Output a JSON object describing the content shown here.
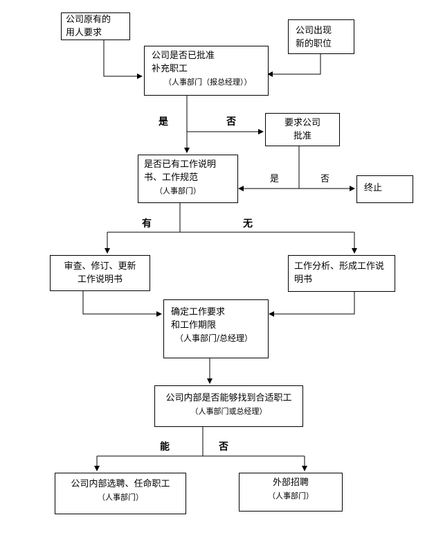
{
  "nodes": {
    "original_req": {
      "l1": "公司原有的",
      "l2": "用人要求"
    },
    "new_position": {
      "l1": "公司出现",
      "l2": "新的职位"
    },
    "approved": {
      "l1": "公司是否已批准",
      "l2": "补充职工",
      "sub": "（人事部门（报总经理））"
    },
    "request_approval": {
      "l1": "要求公司",
      "l2": "批准"
    },
    "has_description": {
      "l1": "是否已有工作说明",
      "l2": "书、工作规范",
      "sub": "（人事部门）"
    },
    "terminate": {
      "l1": "终止"
    },
    "review": {
      "l1": "审查、修订、更新",
      "l2": "工作说明书"
    },
    "analysis": {
      "l1": "工作分析、形成工作说",
      "l2": "明书"
    },
    "requirements": {
      "l1": "确定工作要求",
      "l2": "和工作期限",
      "sub": "（人事部门/总经理）"
    },
    "internal_find": {
      "l1": "公司内部是否能够找到合适职工",
      "sub": "（人事部门或总经理）"
    },
    "internal_select": {
      "l1": "公司内部选聘、任命职工",
      "sub": "（人事部门）"
    },
    "external": {
      "l1": "外部招聘",
      "sub": "（人事部门）"
    }
  },
  "labels": {
    "yes1": "是",
    "no1": "否",
    "yes2": "是",
    "no2": "否",
    "have": "有",
    "none": "无",
    "can": "能",
    "cannot": "否"
  }
}
